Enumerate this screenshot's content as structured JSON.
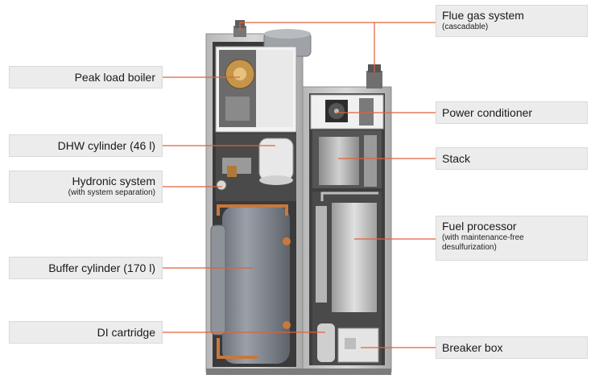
{
  "callouts": {
    "flue_gas": {
      "main": "Flue gas system",
      "sub": "(cascadable)"
    },
    "peak_load": {
      "main": "Peak load boiler"
    },
    "power_conditioner": {
      "main": "Power conditioner"
    },
    "dhw": {
      "main": "DHW cylinder (46 l)"
    },
    "stack": {
      "main": "Stack"
    },
    "hydronic": {
      "main": "Hydronic system",
      "sub": "(with system separation)"
    },
    "fuel_processor": {
      "main": "Fuel processor",
      "sub": "(with maintenance-free desulfurization)"
    },
    "buffer": {
      "main": "Buffer cylinder (170 l)"
    },
    "di_cartridge": {
      "main": "DI cartridge"
    },
    "breaker": {
      "main": "Breaker box"
    }
  },
  "colors": {
    "leader_line": "#e0623a",
    "callout_bg": "#ececec",
    "cabinet": "#c9c9c9",
    "buffer_tank": "#7f848c",
    "copper_pipe": "#c8783c"
  }
}
